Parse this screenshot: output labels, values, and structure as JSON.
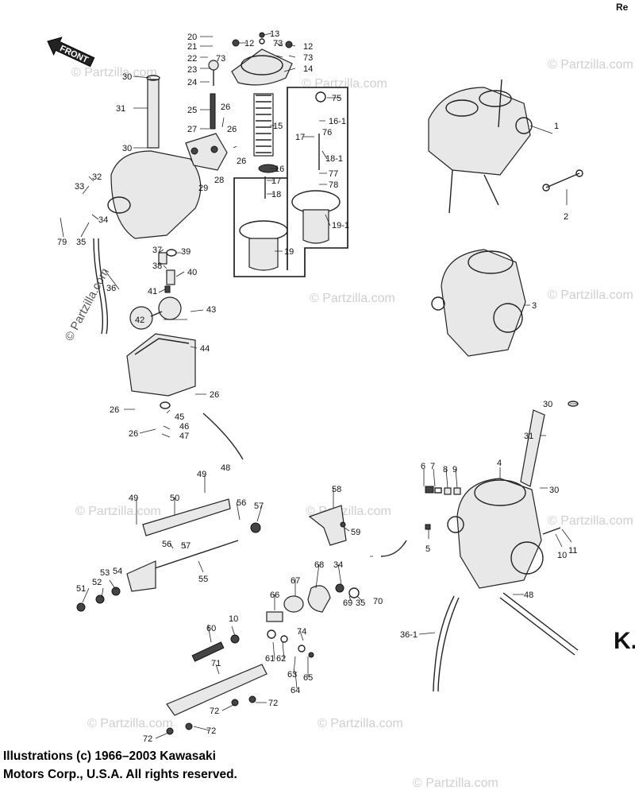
{
  "front_label": "FRONT",
  "watermark": "© Partzilla.com",
  "corner_top_text": "Re",
  "corner_bottom_text": "K.",
  "copyright": {
    "line1": "Illustrations (c) 1966–2003 Kawasaki",
    "line2": "Motors Corp., U.S.A.  All rights reserved."
  },
  "callouts": [
    {
      "id": "20",
      "text": "20"
    },
    {
      "id": "21",
      "text": "21"
    },
    {
      "id": "22",
      "text": "22"
    },
    {
      "id": "73a",
      "text": "73"
    },
    {
      "id": "23",
      "text": "23"
    },
    {
      "id": "24",
      "text": "24"
    },
    {
      "id": "13",
      "text": "13"
    },
    {
      "id": "12a",
      "text": "12"
    },
    {
      "id": "73b",
      "text": "73"
    },
    {
      "id": "12b",
      "text": "12"
    },
    {
      "id": "73c",
      "text": "73"
    },
    {
      "id": "14",
      "text": "14"
    },
    {
      "id": "30a",
      "text": "30"
    },
    {
      "id": "31a",
      "text": "31"
    },
    {
      "id": "25",
      "text": "25"
    },
    {
      "id": "26a",
      "text": "26"
    },
    {
      "id": "27",
      "text": "27"
    },
    {
      "id": "26b",
      "text": "26"
    },
    {
      "id": "15",
      "text": "15"
    },
    {
      "id": "75",
      "text": "75"
    },
    {
      "id": "16-1",
      "text": "16-1"
    },
    {
      "id": "17a",
      "text": "17"
    },
    {
      "id": "76",
      "text": "76"
    },
    {
      "id": "18-1",
      "text": "18-1"
    },
    {
      "id": "77",
      "text": "77"
    },
    {
      "id": "78",
      "text": "78"
    },
    {
      "id": "19-1",
      "text": "19-1"
    },
    {
      "id": "30b",
      "text": "30"
    },
    {
      "id": "26c",
      "text": "26"
    },
    {
      "id": "28",
      "text": "28"
    },
    {
      "id": "29",
      "text": "29"
    },
    {
      "id": "16",
      "text": "16"
    },
    {
      "id": "17b",
      "text": "17"
    },
    {
      "id": "18",
      "text": "18"
    },
    {
      "id": "19",
      "text": "19"
    },
    {
      "id": "32",
      "text": "32"
    },
    {
      "id": "33",
      "text": "33"
    },
    {
      "id": "34",
      "text": "34"
    },
    {
      "id": "79",
      "text": "79"
    },
    {
      "id": "35",
      "text": "35"
    },
    {
      "id": "37",
      "text": "37"
    },
    {
      "id": "39",
      "text": "39"
    },
    {
      "id": "38",
      "text": "38"
    },
    {
      "id": "40",
      "text": "40"
    },
    {
      "id": "36",
      "text": "36"
    },
    {
      "id": "41",
      "text": "41"
    },
    {
      "id": "42",
      "text": "42"
    },
    {
      "id": "43",
      "text": "43"
    },
    {
      "id": "44",
      "text": "44"
    },
    {
      "id": "26d",
      "text": "26"
    },
    {
      "id": "26e",
      "text": "26"
    },
    {
      "id": "45",
      "text": "45"
    },
    {
      "id": "26f",
      "text": "26"
    },
    {
      "id": "46",
      "text": "46"
    },
    {
      "id": "47",
      "text": "47"
    },
    {
      "id": "48a",
      "text": "48"
    },
    {
      "id": "1",
      "text": "1"
    },
    {
      "id": "2",
      "text": "2"
    },
    {
      "id": "3",
      "text": "3"
    },
    {
      "id": "30c",
      "text": "30"
    },
    {
      "id": "31b",
      "text": "31"
    },
    {
      "id": "4",
      "text": "4"
    },
    {
      "id": "30d",
      "text": "30"
    },
    {
      "id": "6",
      "text": "6"
    },
    {
      "id": "7",
      "text": "7"
    },
    {
      "id": "8",
      "text": "8"
    },
    {
      "id": "9",
      "text": "9"
    },
    {
      "id": "5",
      "text": "5"
    },
    {
      "id": "10a",
      "text": "10"
    },
    {
      "id": "11",
      "text": "11"
    },
    {
      "id": "48b",
      "text": "48"
    },
    {
      "id": "36-1",
      "text": "36-1"
    },
    {
      "id": "49a",
      "text": "49"
    },
    {
      "id": "49b",
      "text": "49"
    },
    {
      "id": "50",
      "text": "50"
    },
    {
      "id": "56a",
      "text": "56"
    },
    {
      "id": "57a",
      "text": "57"
    },
    {
      "id": "58",
      "text": "58"
    },
    {
      "id": "59",
      "text": "59"
    },
    {
      "id": "56b",
      "text": "56"
    },
    {
      "id": "57b",
      "text": "57"
    },
    {
      "id": "55",
      "text": "55"
    },
    {
      "id": "53",
      "text": "53"
    },
    {
      "id": "54",
      "text": "54"
    },
    {
      "id": "51",
      "text": "51"
    },
    {
      "id": "52",
      "text": "52"
    },
    {
      "id": "67",
      "text": "67"
    },
    {
      "id": "68",
      "text": "68"
    },
    {
      "id": "34b",
      "text": "34"
    },
    {
      "id": "70",
      "text": "70"
    },
    {
      "id": "66",
      "text": "66"
    },
    {
      "id": "69",
      "text": "69"
    },
    {
      "id": "35b",
      "text": "35"
    },
    {
      "id": "60",
      "text": "60"
    },
    {
      "id": "10b",
      "text": "10"
    },
    {
      "id": "74",
      "text": "74"
    },
    {
      "id": "61",
      "text": "61"
    },
    {
      "id": "62",
      "text": "62"
    },
    {
      "id": "65",
      "text": "65"
    },
    {
      "id": "63",
      "text": "63"
    },
    {
      "id": "64",
      "text": "64"
    },
    {
      "id": "71",
      "text": "71"
    },
    {
      "id": "72a",
      "text": "72"
    },
    {
      "id": "72b",
      "text": "72"
    },
    {
      "id": "72c",
      "text": "72"
    },
    {
      "id": "72d",
      "text": "72"
    }
  ]
}
